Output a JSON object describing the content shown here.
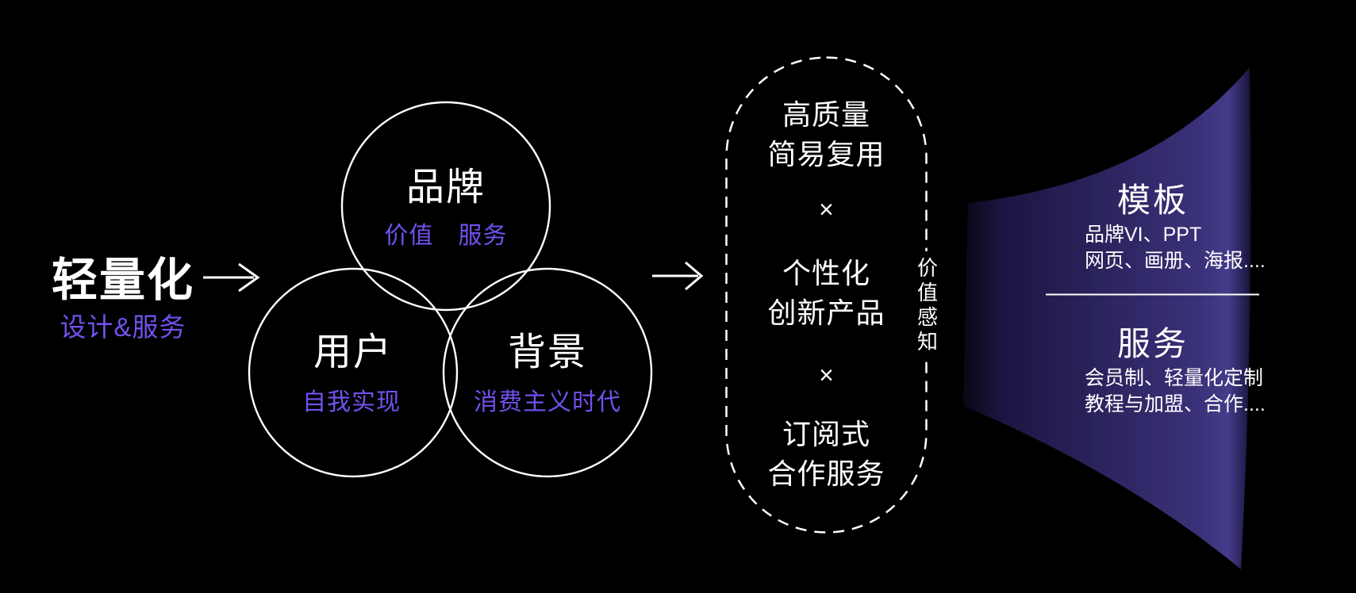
{
  "colors": {
    "background": "#000000",
    "accent_purple_text": "#7151ec",
    "banner_purple_bright": "#453c8a",
    "banner_purple_mid": "#2c2560",
    "banner_purple_dark": "#0a0718",
    "line_white": "#ffffff"
  },
  "left_block": {
    "title": "轻量化",
    "subtitle": "设计&服务"
  },
  "venn": {
    "circles": [
      {
        "title": "品牌",
        "subtitle": "价值　服务"
      },
      {
        "title": "用户",
        "subtitle": "自我实现"
      },
      {
        "title": "背景",
        "subtitle": "消费主义时代"
      }
    ]
  },
  "value_stack": {
    "items": [
      {
        "line1": "高质量",
        "line2": "简易复用"
      },
      {
        "line1": "个性化",
        "line2": "创新产品"
      },
      {
        "line1": "订阅式",
        "line2": "合作服务"
      }
    ],
    "operator": "×",
    "side_label": "价值感知"
  },
  "offer_panel": {
    "sections": [
      {
        "title": "模板",
        "lines": [
          "品牌VI、PPT",
          "网页、画册、海报...."
        ]
      },
      {
        "title": "服务",
        "lines": [
          "会员制、轻量化定制",
          "教程与加盟、合作...."
        ]
      }
    ]
  }
}
